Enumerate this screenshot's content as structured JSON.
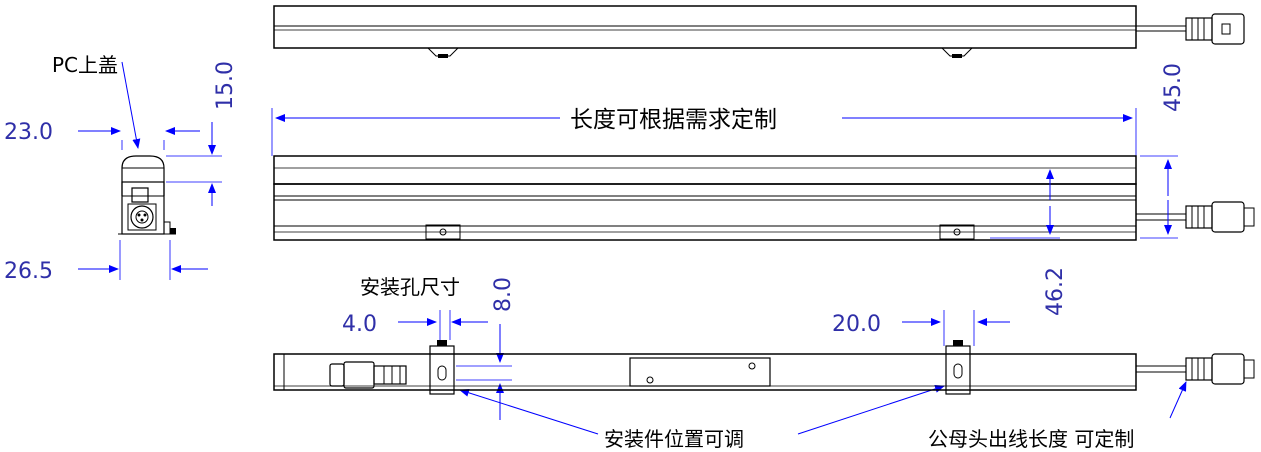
{
  "labels": {
    "pc_cover": "PC上盖",
    "length_custom": "长度可根据需求定制",
    "mount_hole_size": "安装孔尺寸",
    "mount_adjustable": "安装件位置可调",
    "cable_custom": "公母头出线长度 可定制"
  },
  "dimensions": {
    "d_15_0": "15.0",
    "d_23_0": "23.0",
    "d_26_5": "26.5",
    "d_45_0": "45.0",
    "d_46_2": "46.2",
    "d_4_0": "4.0",
    "d_8_0": "8.0",
    "d_20_0": "20.0"
  },
  "colors": {
    "line": "#000000",
    "dimension_line": "#0000ff",
    "dimension_text": "#2f2fa8",
    "diffuser_fill": "#d6dce6"
  }
}
